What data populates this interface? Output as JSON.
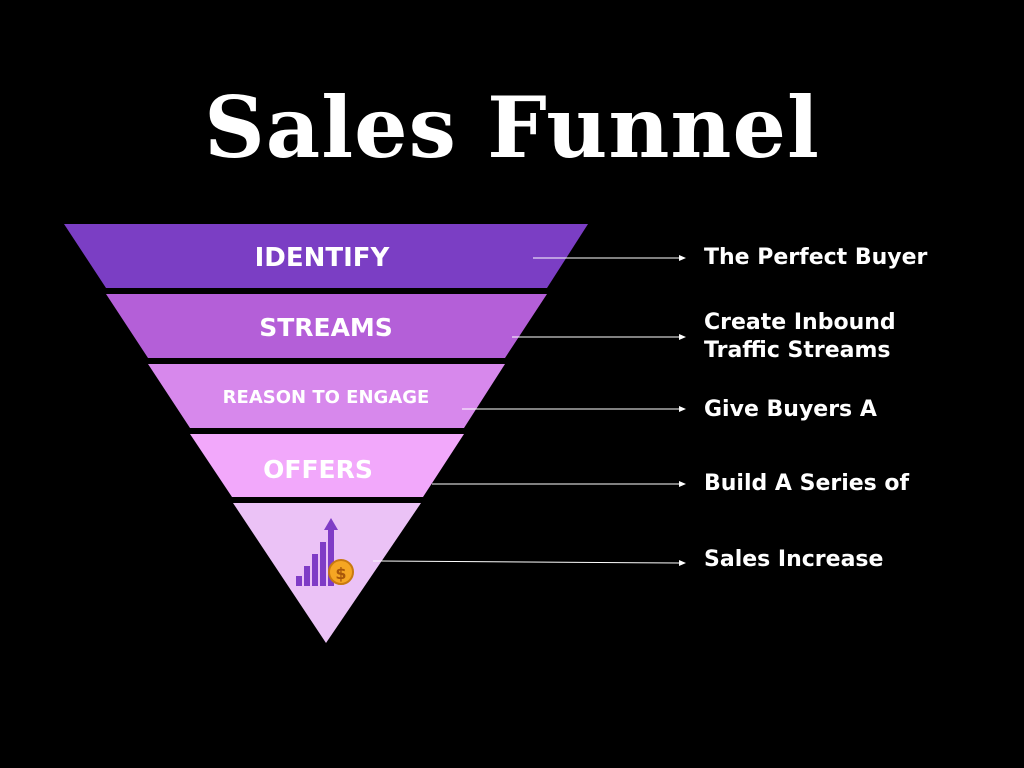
{
  "title": "Sales Funnel",
  "colors": {
    "background": "#000000",
    "text": "#ffffff",
    "stage_1": "#7b3ec4",
    "stage_2": "#b45fd8",
    "stage_3": "#d788ec",
    "stage_4": "#f2a8fb",
    "stage_5": "#ebc2f6",
    "icon_bars": "#7f3cc6",
    "icon_coin": "#f5a623"
  },
  "stages": [
    {
      "label": "IDENTIFY",
      "description": "The Perfect Buyer"
    },
    {
      "label": "STREAMS",
      "description": "Create Inbound\nTraffic Streams"
    },
    {
      "label": "REASON TO ENGAGE",
      "description": "Give Buyers A"
    },
    {
      "label": "OFFERS",
      "description": "Build A Series of"
    },
    {
      "icon": "sales-growth-chart-icon",
      "description": "Sales Increase"
    }
  ],
  "icon_symbol": "$"
}
